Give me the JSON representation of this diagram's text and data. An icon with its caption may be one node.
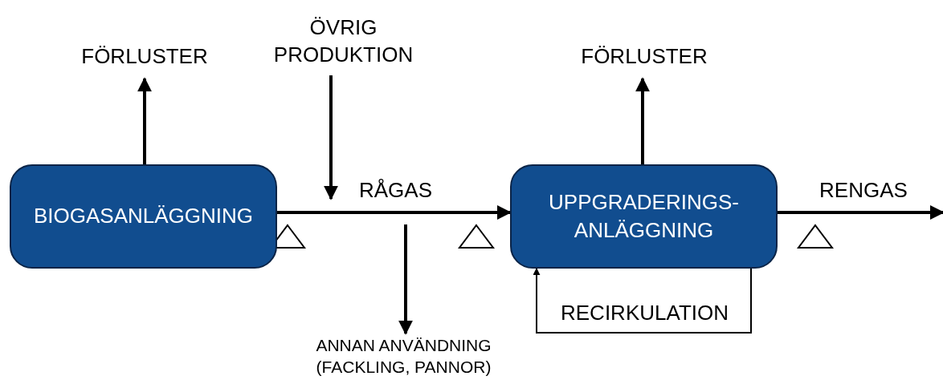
{
  "diagram": {
    "nodes": [
      {
        "text": [
          "BIOGASANLÄGGNING"
        ]
      },
      {
        "text": [
          "UPPGRADERINGS- ANLÄGGNING"
        ]
      },
      {
        "text": [
          "FÖRLUSTER"
        ]
      },
      {
        "text": [
          "ÖVRIG PRODUKTION"
        ]
      },
      {
        "text": [
          "ANNAN ANVÄNDNING (FACKLING, PANNOR)"
        ]
      },
      {
        "text": [
          "FÖRLUSTER"
        ]
      }
    ],
    "edges": [
      {
        "from": 0,
        "to": 2,
        "arrow": "to"
      },
      {
        "from": 3,
        "to": null,
        "arrow": "to"
      },
      {
        "from": 0,
        "to": 1,
        "arrow": "to",
        "label": "RÅGAS"
      },
      {
        "from": null,
        "to": 4,
        "arrow": "to"
      },
      {
        "from": 1,
        "to": 5,
        "arrow": "to"
      },
      {
        "from": 1,
        "to": null,
        "arrow": "to",
        "label": "RENGAS"
      },
      {
        "from": 1,
        "to": 1,
        "arrow": "to",
        "label": "RECIRKULATION"
      }
    ]
  }
}
